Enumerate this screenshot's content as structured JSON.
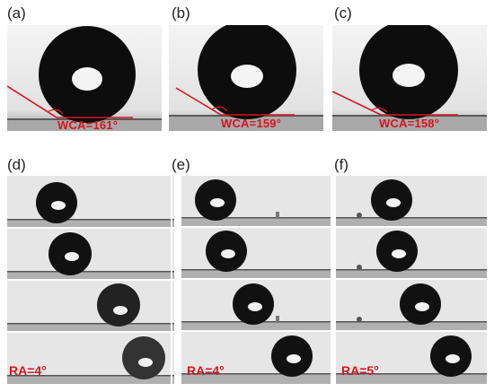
{
  "panels_top": [
    {
      "label": "(a)",
      "wca": "WCA=161°"
    },
    {
      "label": "(b)",
      "wca": "WCA=159°"
    },
    {
      "label": "(c)",
      "wca": "WCA=158°"
    }
  ],
  "panels_bottom": [
    {
      "label": "(d)",
      "ra": "RA=4°"
    },
    {
      "label": "(e)",
      "ra": "RA=4°"
    },
    {
      "label": "(f)",
      "ra": "RA=5°"
    }
  ],
  "colors": {
    "annotation_red": "#d8141c",
    "droplet": "#0d0d0d",
    "background_gray": "#e4e4e4"
  }
}
